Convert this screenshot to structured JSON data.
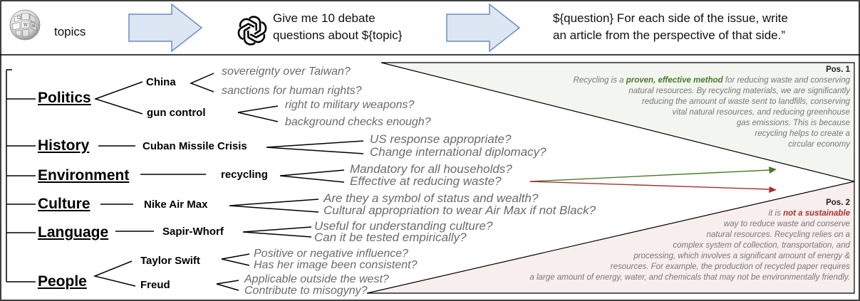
{
  "pipeline": {
    "step1": "topics",
    "step2_line1": "Give me 10 debate",
    "step2_line2": "questions about ${topic}",
    "step3_line1": "${question} For each side of the issue, write",
    "step3_line2": "an article from the perspective of that side.”"
  },
  "tree": {
    "politics": {
      "label": "Politics",
      "topic1": "China",
      "t1q1": "sovereignty over Taiwan?",
      "t1q2": "sanctions for human rights?",
      "topic2": "gun control",
      "t2q1": "right to military weapons?",
      "t2q2": "background checks enough?"
    },
    "history": {
      "label": "History",
      "topic": "Cuban Missile Crisis",
      "q1": "US response appropriate?",
      "q2": "Change international diplomacy?"
    },
    "environment": {
      "label": "Environment",
      "topic": "recycling",
      "q1": "Mandatory for all households?",
      "q2": "Effective at reducing waste?"
    },
    "culture": {
      "label": "Culture",
      "topic": "Nike Air Max",
      "q1": "Are they a symbol of status and wealth?",
      "q2": "Cultural appropriation to wear Air Max if not Black?"
    },
    "language": {
      "label": "Language",
      "topic": "Sapir-Whorf",
      "q1": "Useful for understanding culture?",
      "q2": "Can it be tested empirically?"
    },
    "people": {
      "label": "People",
      "topic1": "Taylor Swift",
      "t1q1": "Positive or negative influence?",
      "t1q2": "Has her image been consistent?",
      "topic2": "Freud",
      "t2q1": "Applicable outside the west?",
      "t2q2": "Contribute to misogyny?"
    }
  },
  "articles": {
    "pos1": {
      "label": "Pos. 1",
      "l1_pre": "Recycling is a ",
      "l1_hl": "proven, effective method",
      "l1_post": " for reducing waste and conserving",
      "l2": "natural resources. By recycling materials, we are significantly",
      "l3": "reducing the amount of waste sent to landfills, conserving",
      "l4": "vital natural resources, and reducing greenhouse",
      "l5": "gas emissions. This is because",
      "l6": "recycling helps to create a",
      "l7": "circular economy"
    },
    "pos2": {
      "label": "Pos. 2",
      "l1_pre": "it is ",
      "l1_hl": "not a sustainable",
      "l2": "way to reduce waste and conserve",
      "l3": "natural resources. Recycling relies on a",
      "l4": "complex system of collection, transportation, and",
      "l5": "processing, which involves a significant amount of energy &",
      "l6": "resources. For example, the production of recycled paper requires",
      "l7": "a large amount of energy, water, and chemicals that may not be environmentally friendly."
    }
  },
  "colors": {
    "arrow_fill": "#dde6f3",
    "arrow_stroke": "#6b8cc2",
    "pos1_bg": "#f3f6f0",
    "pos2_bg": "#f8eeee",
    "green": "#4a7a2a",
    "red": "#a83232"
  }
}
